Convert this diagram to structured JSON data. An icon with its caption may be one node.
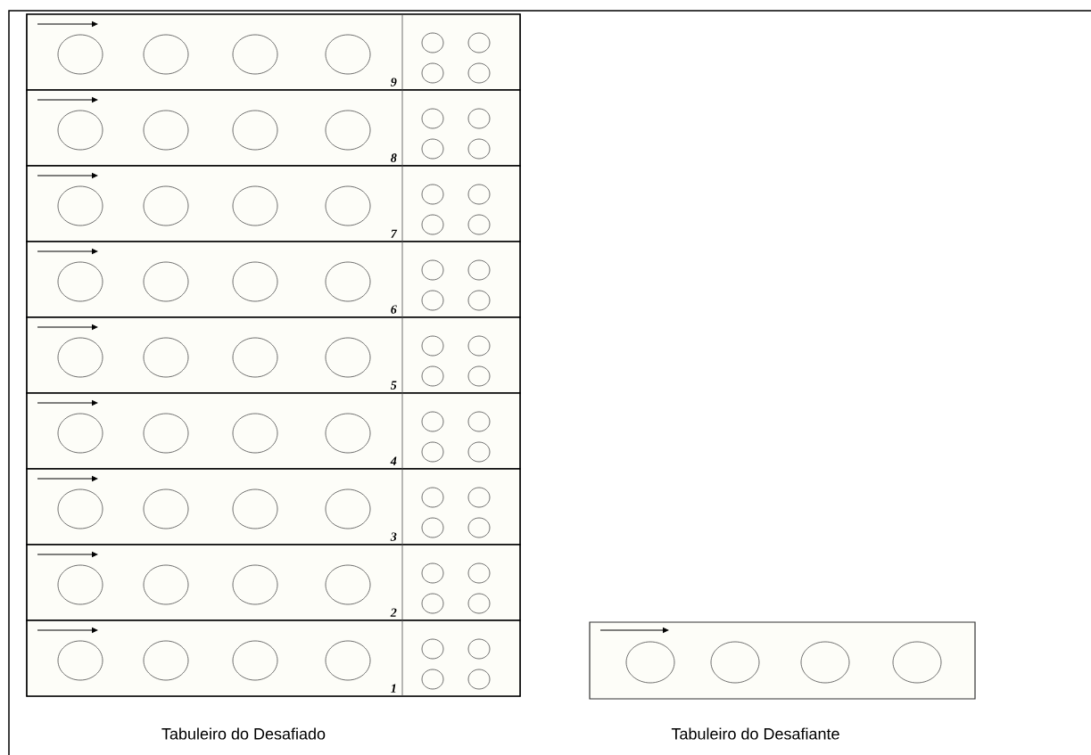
{
  "diagram": {
    "nodes": [
      {
        "text": [],
        "shape": "box",
        "beside": [
          "Tabuleiro do Desafiado"
        ]
      },
      {
        "text": [
          "9"
        ],
        "in": 0
      },
      {
        "text": [
          "8"
        ],
        "in": 0
      },
      {
        "text": [
          "7"
        ],
        "in": 0
      },
      {
        "text": [
          "6"
        ],
        "in": 0
      },
      {
        "text": [
          "5"
        ],
        "in": 0
      },
      {
        "text": [
          "4"
        ],
        "in": 0
      },
      {
        "text": [
          "3"
        ],
        "in": 0
      },
      {
        "text": [
          "2"
        ],
        "in": 0
      },
      {
        "text": [
          "1"
        ],
        "in": 0
      },
      {
        "text": [],
        "shape": "box",
        "beside": [
          "Tabuleiro do Desafiante"
        ]
      }
    ]
  }
}
